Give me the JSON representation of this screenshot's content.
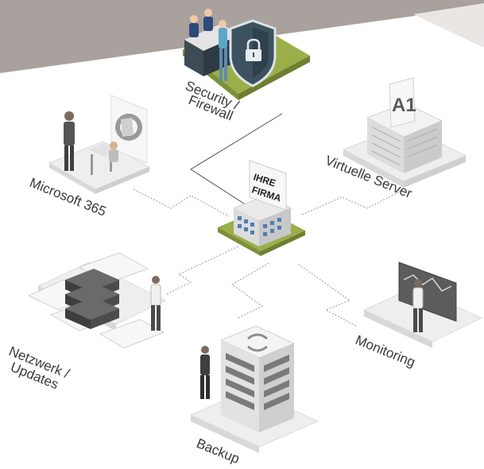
{
  "center": {
    "sign_line1": "IHRE",
    "sign_line2": "FIRMA"
  },
  "nodes": {
    "security_line1": "Security /",
    "security_line2": "Firewall",
    "microsoft": "Microsoft 365",
    "virtual": "Virtuelle Server",
    "monitoring": "Monitoring",
    "network_line1": "Netzwerk /",
    "network_line2": "Updates",
    "backup": "Backup"
  },
  "logos": {
    "a1": "A1"
  },
  "colors": {
    "banner": "#a9a19d",
    "grass": "#9aaf4a",
    "shield": "#3d5260",
    "platform": "#eeeeee"
  }
}
